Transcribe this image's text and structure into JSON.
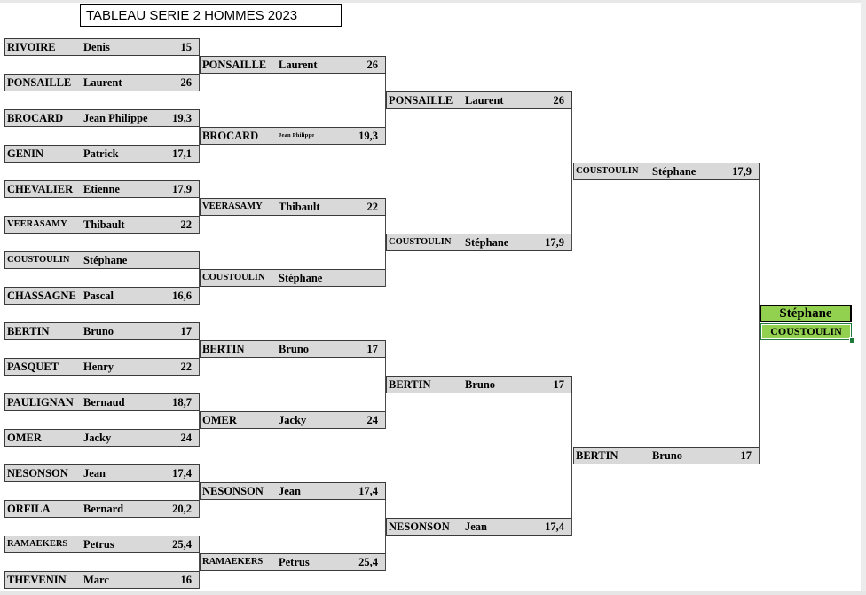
{
  "title": "TABLEAU SERIE 2 HOMMES 2023",
  "winner": {
    "first": "Stéphane",
    "last": "COUSTOULIN",
    "color": "#92d050"
  },
  "round1": [
    {
      "last": "RIVOIRE",
      "first": "Denis",
      "score": "15"
    },
    {
      "last": "PONSAILLE",
      "first": "Laurent",
      "score": "26"
    },
    {
      "last": "BROCARD",
      "first": "Jean Philippe",
      "score": "19,3"
    },
    {
      "last": "GENIN",
      "first": "Patrick",
      "score": "17,1"
    },
    {
      "last": "CHEVALIER",
      "first": "Etienne",
      "score": "17,9"
    },
    {
      "last": "VEERASAMY",
      "first": "Thibault",
      "score": "22"
    },
    {
      "last": "COUSTOULIN",
      "first": "Stéphane",
      "score": ""
    },
    {
      "last": "CHASSAGNE",
      "first": "Pascal",
      "score": "16,6"
    },
    {
      "last": "BERTIN",
      "first": "Bruno",
      "score": "17"
    },
    {
      "last": "PASQUET",
      "first": "Henry",
      "score": "22"
    },
    {
      "last": "PAULIGNAN",
      "first": "Bernaud",
      "score": "18,7"
    },
    {
      "last": "OMER",
      "first": "Jacky",
      "score": "24"
    },
    {
      "last": "NESONSON",
      "first": "Jean",
      "score": "17,4"
    },
    {
      "last": "ORFILA",
      "first": "Bernard",
      "score": "20,2"
    },
    {
      "last": "RAMAEKERS",
      "first": "Petrus",
      "score": "25,4"
    },
    {
      "last": "THEVENIN",
      "first": "Marc",
      "score": "16"
    }
  ],
  "round2": [
    {
      "last": "PONSAILLE",
      "first": "Laurent",
      "score": "26"
    },
    {
      "last": "BROCARD",
      "first": "Jean Philippe",
      "score": "19,3"
    },
    {
      "last": "VEERASAMY",
      "first": "Thibault",
      "score": "22"
    },
    {
      "last": "COUSTOULIN",
      "first": "Stéphane",
      "score": ""
    },
    {
      "last": "BERTIN",
      "first": "Bruno",
      "score": "17"
    },
    {
      "last": "OMER",
      "first": "Jacky",
      "score": "24"
    },
    {
      "last": "NESONSON",
      "first": "Jean",
      "score": "17,4"
    },
    {
      "last": "RAMAEKERS",
      "first": "Petrus",
      "score": "25,4"
    }
  ],
  "round3": [
    {
      "last": "PONSAILLE",
      "first": "Laurent",
      "score": "26"
    },
    {
      "last": "COUSTOULIN",
      "first": "Stéphane",
      "score": "17,9"
    },
    {
      "last": "BERTIN",
      "first": "Bruno",
      "score": "17"
    },
    {
      "last": "NESONSON",
      "first": "Jean",
      "score": "17,4"
    }
  ],
  "round4": [
    {
      "last": "COUSTOULIN",
      "first": "Stéphane",
      "score": "17,9"
    },
    {
      "last": "BERTIN",
      "first": "Bruno",
      "score": "17"
    }
  ]
}
